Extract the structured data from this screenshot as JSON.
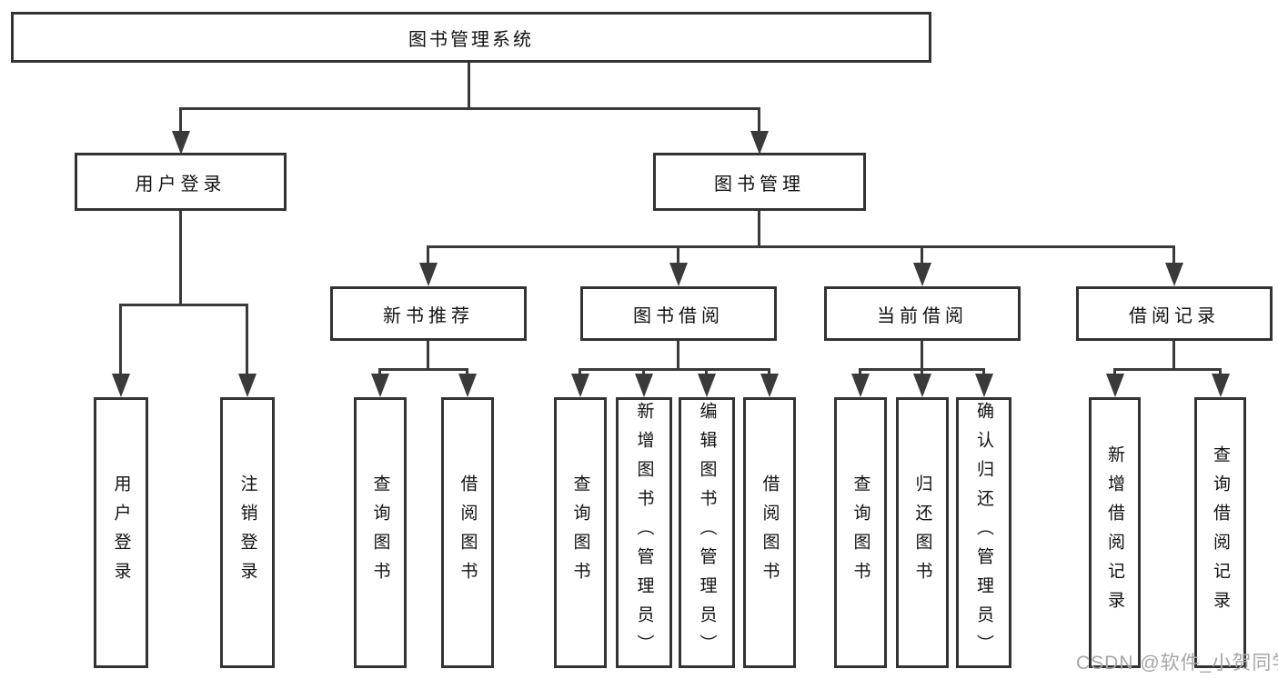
{
  "diagram_type": "hierarchy-tree",
  "root": {
    "label": "图书管理系统"
  },
  "level2": [
    {
      "id": "user-login",
      "label": "用户登录",
      "parent": "图书管理系统"
    },
    {
      "id": "book-management",
      "label": "图书管理",
      "parent": "图书管理系统"
    }
  ],
  "level3": [
    {
      "id": "new-book-recommendation",
      "label": "新书推荐",
      "parent": "图书管理"
    },
    {
      "id": "book-borrowing",
      "label": "图书借阅",
      "parent": "图书管理"
    },
    {
      "id": "current-borrowing",
      "label": "当前借阅",
      "parent": "图书管理"
    },
    {
      "id": "borrowing-records",
      "label": "借阅记录",
      "parent": "图书管理"
    }
  ],
  "leaves": [
    {
      "id": "user-login-leaf",
      "label": "用户登录",
      "parent": "用户登录"
    },
    {
      "id": "logout",
      "label": "注销登录",
      "parent": "用户登录"
    },
    {
      "id": "query-books-1",
      "label": "查询图书",
      "parent": "新书推荐"
    },
    {
      "id": "borrow-books-1",
      "label": "借阅图书",
      "parent": "新书推荐"
    },
    {
      "id": "query-books-2",
      "label": "查询图书",
      "parent": "图书借阅"
    },
    {
      "id": "add-books-admin",
      "label": "新增图书（管理员）",
      "parent": "图书借阅"
    },
    {
      "id": "edit-books-admin",
      "label": "编辑图书（管理员）",
      "parent": "图书借阅"
    },
    {
      "id": "borrow-books-2",
      "label": "借阅图书",
      "parent": "图书借阅"
    },
    {
      "id": "query-books-3",
      "label": "查询图书",
      "parent": "当前借阅"
    },
    {
      "id": "return-books",
      "label": "归还图书",
      "parent": "当前借阅"
    },
    {
      "id": "confirm-return-admin",
      "label": "确认归还（管理员）",
      "parent": "当前借阅"
    },
    {
      "id": "add-borrow-record",
      "label": "新增借阅记录",
      "parent": "借阅记录"
    },
    {
      "id": "query-borrow-record",
      "label": "查询借阅记录",
      "parent": "借阅记录"
    }
  ],
  "watermark": "CSDN @软件_小贺同学",
  "colors": {
    "line": "#3a3a3a",
    "border": "#333333",
    "text": "#111111",
    "watermark": "#a6a6a6",
    "background": "#ffffff"
  }
}
